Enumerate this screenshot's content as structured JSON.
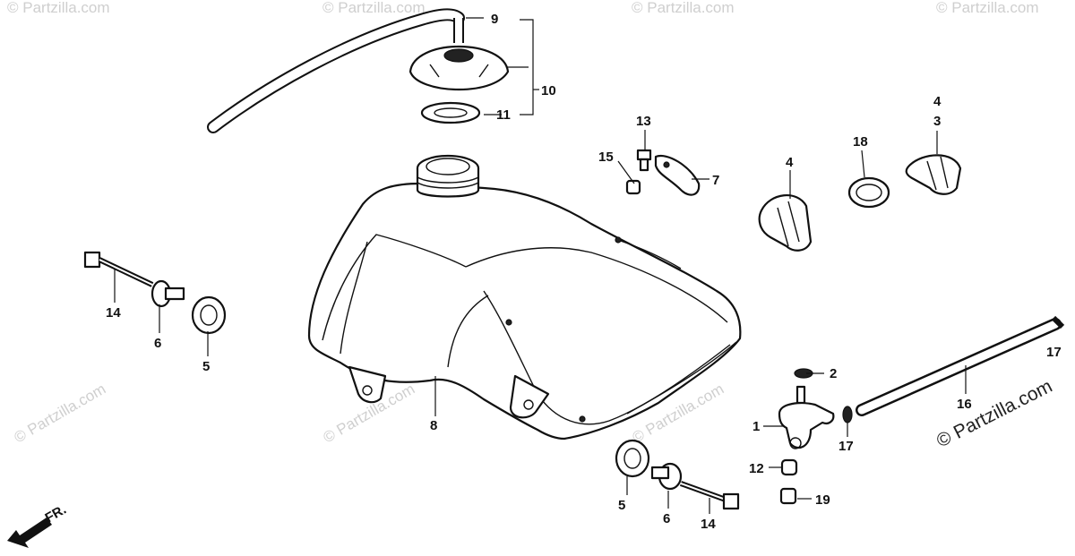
{
  "watermark": {
    "text": "© Partzilla.com"
  },
  "credit": {
    "text": "© Partzilla.com"
  },
  "front_marker": {
    "label": "FR."
  },
  "callouts": [
    {
      "id": "c9",
      "label": "9"
    },
    {
      "id": "c10",
      "label": "10"
    },
    {
      "id": "c11",
      "label": "11"
    },
    {
      "id": "c13",
      "label": "13"
    },
    {
      "id": "c15",
      "label": "15"
    },
    {
      "id": "c7",
      "label": "7"
    },
    {
      "id": "c4a",
      "label": "4"
    },
    {
      "id": "c18",
      "label": "18"
    },
    {
      "id": "c4b",
      "label": "4"
    },
    {
      "id": "c3",
      "label": "3"
    },
    {
      "id": "c14a",
      "label": "14"
    },
    {
      "id": "c6a",
      "label": "6"
    },
    {
      "id": "c5a",
      "label": "5"
    },
    {
      "id": "c8",
      "label": "8"
    },
    {
      "id": "c2",
      "label": "2"
    },
    {
      "id": "c1",
      "label": "1"
    },
    {
      "id": "c17",
      "label": "17"
    },
    {
      "id": "c16",
      "label": "16"
    },
    {
      "id": "c17b",
      "label": "17"
    },
    {
      "id": "c12",
      "label": "12"
    },
    {
      "id": "c19",
      "label": "19"
    },
    {
      "id": "c5b",
      "label": "5"
    },
    {
      "id": "c6b",
      "label": "6"
    },
    {
      "id": "c14b",
      "label": "14"
    }
  ]
}
